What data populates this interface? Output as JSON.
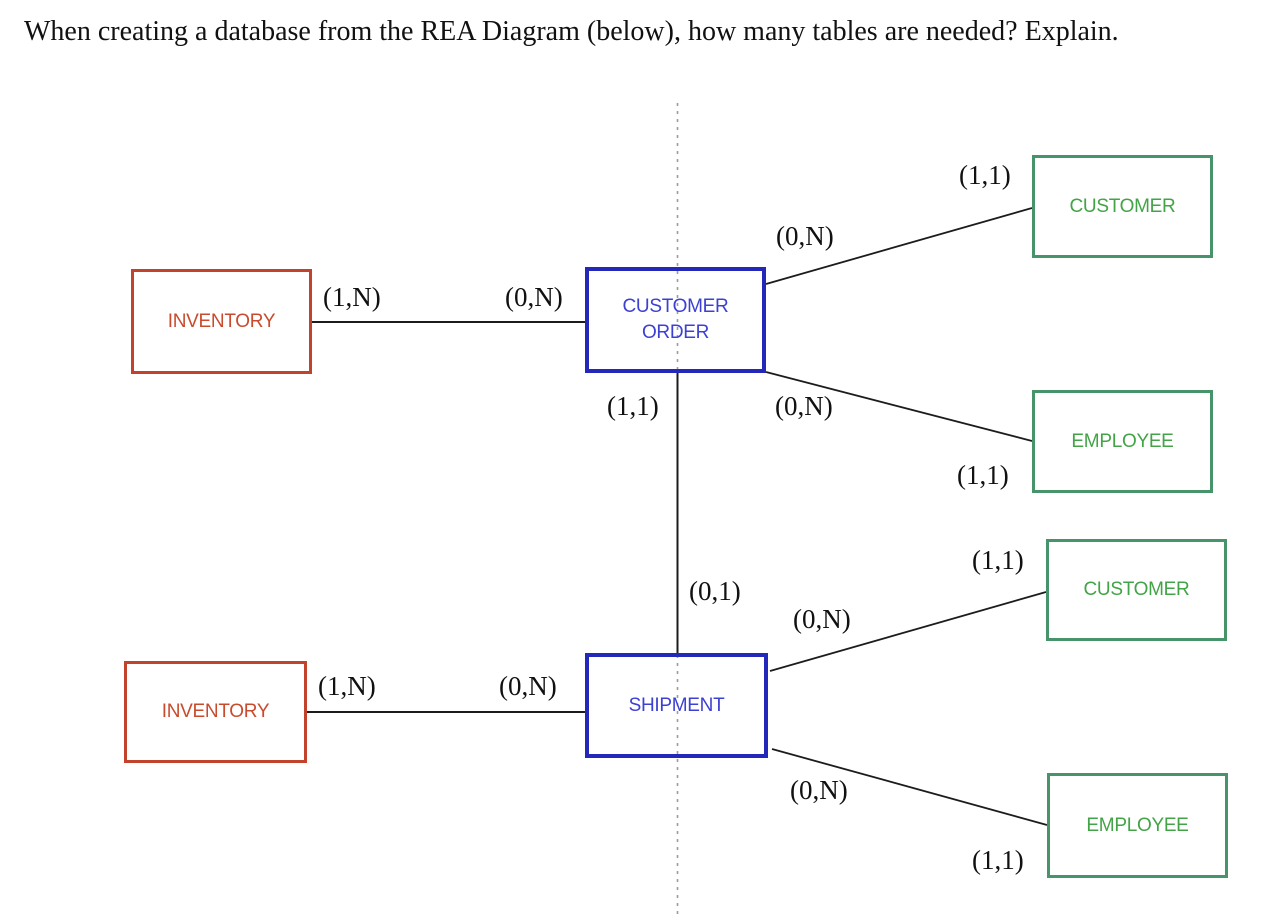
{
  "question": "When creating a database from the REA Diagram (below), how many tables are needed? Explain.",
  "colors": {
    "page_bg": "#ffffff",
    "question_text": "#111111",
    "resource_border": "#c2432b",
    "resource_text": "#c94b2e",
    "event_border": "#2328bb",
    "event_text": "#3c40d3",
    "agent_border": "#47946b",
    "agent_text": "#43a447",
    "connector": "#1c1c1c",
    "cardinality_text": "#111111",
    "divider": "#9b9b9b"
  },
  "diagram": {
    "entities": [
      {
        "id": "inventory-top",
        "label": "INVENTORY",
        "type": "resource"
      },
      {
        "id": "customer-order",
        "label": "CUSTOMER ORDER",
        "type": "event"
      },
      {
        "id": "customer-top",
        "label": "CUSTOMER",
        "type": "agent"
      },
      {
        "id": "employee-top",
        "label": "EMPLOYEE",
        "type": "agent"
      },
      {
        "id": "inventory-bottom",
        "label": "INVENTORY",
        "type": "resource"
      },
      {
        "id": "shipment",
        "label": "SHIPMENT",
        "type": "event"
      },
      {
        "id": "customer-bottom",
        "label": "CUSTOMER",
        "type": "agent"
      },
      {
        "id": "employee-bottom",
        "label": "EMPLOYEE",
        "type": "agent"
      }
    ],
    "connections": [
      {
        "from": "INVENTORY",
        "to": "CUSTOMER ORDER",
        "from_card": "(1,N)",
        "to_card": "(0,N)"
      },
      {
        "from": "CUSTOMER ORDER",
        "to": "CUSTOMER",
        "from_card": "(0,N)",
        "to_card": "(1,1)"
      },
      {
        "from": "CUSTOMER ORDER",
        "to": "EMPLOYEE",
        "from_card": "(0,N)",
        "to_card": "(1,1)"
      },
      {
        "from": "CUSTOMER ORDER",
        "to": "SHIPMENT",
        "from_card": "(1,1)",
        "to_card": "(0,1)"
      },
      {
        "from": "INVENTORY",
        "to": "SHIPMENT",
        "from_card": "(1,N)",
        "to_card": "(0,N)"
      },
      {
        "from": "SHIPMENT",
        "to": "CUSTOMER",
        "from_card": "(0,N)",
        "to_card": "(1,1)"
      },
      {
        "from": "SHIPMENT",
        "to": "EMPLOYEE",
        "from_card": "(0,N)",
        "to_card": "(1,1)"
      }
    ]
  }
}
